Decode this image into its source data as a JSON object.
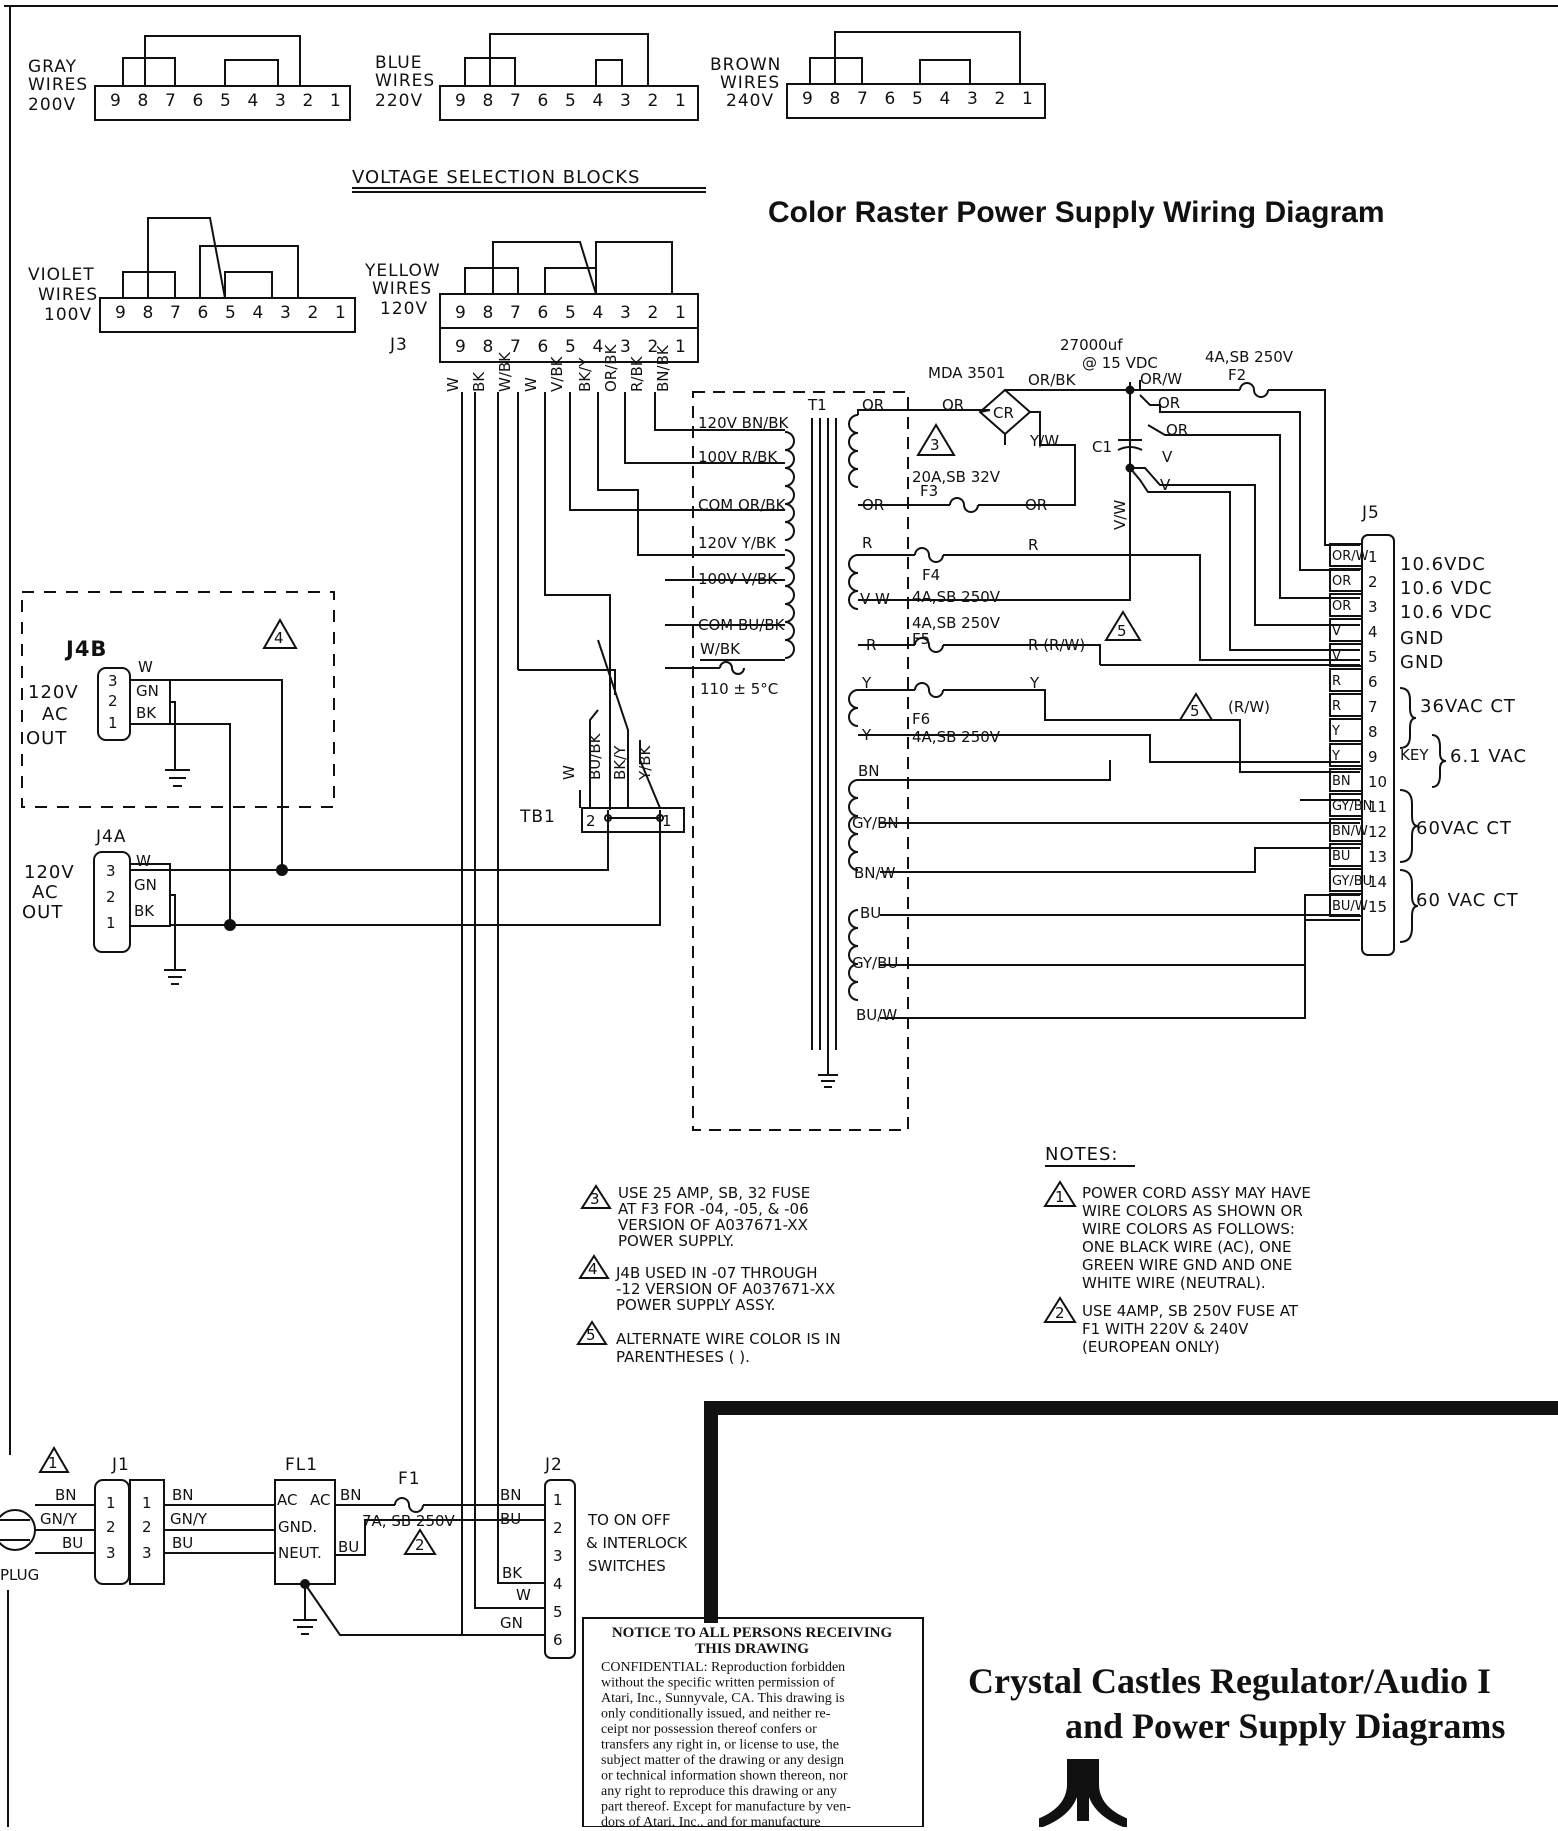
{
  "title": "Color Raster Power Supply Wiring Diagram",
  "voltage_heading": "VOLTAGE SELECTION BLOCKS",
  "pin_digits": [
    "9",
    "8",
    "7",
    "6",
    "5",
    "4",
    "3",
    "2",
    "1"
  ],
  "blocks": {
    "gray": {
      "l1": "GRAY",
      "l2": "WIRES",
      "l3": "200V"
    },
    "blue": {
      "l1": "BLUE",
      "l2": "WIRES",
      "l3": "220V"
    },
    "brown": {
      "l1": "BROWN",
      "l2": "WIRES",
      "l3": "240V"
    },
    "violet": {
      "l1": "VIOLET",
      "l2": "WIRES",
      "l3": "100V"
    },
    "yellow": {
      "l1": "YELLOW",
      "l2": "WIRES",
      "l3": "120V"
    }
  },
  "j3": {
    "name": "J3",
    "wires": [
      "W",
      "BK",
      "W/BK",
      "W",
      "V/BK",
      "BK/Y",
      "OR/BK",
      "R/BK",
      "BN/BK"
    ]
  },
  "transformer": {
    "name": "T1",
    "primary": [
      "120V BN/BK",
      "100V R/BK",
      "COM OR/BK",
      "120V Y/BK",
      "100V V/BK",
      "COM BU/BK",
      "W/BK"
    ],
    "thermal": "110 ± 5°C",
    "secondary": [
      "OR",
      "OR",
      "R",
      "V W",
      "R",
      "Y",
      "Y",
      "BN",
      "GY/BN",
      "BN/W",
      "BU",
      "GY/BU",
      "BU/W"
    ]
  },
  "components": {
    "mda": "MDA 3501",
    "cr": "CR",
    "orbk": "OR/BK",
    "cap_top": "27000uf",
    "cap_bot": "@ 15 VDC",
    "c1": "C1",
    "f2": "4A,SB 250V",
    "f2n": "F2",
    "f3": "20A,SB 32V",
    "f3n": "F3",
    "f4n": "F4",
    "f4": "4A,SB 250V",
    "f5": "4A,SB 250V",
    "f5n": "F5",
    "f6n": "F6",
    "f6": "4A,SB 250V",
    "rrw": "R (R/W)",
    "rw2": "(R/W)",
    "yw": "Y/W",
    "vw": "V/W"
  },
  "secondary_labels": {
    "or1": "OR",
    "or2": "OR",
    "orw": "OR/W",
    "or3": "OR",
    "or4": "OR",
    "v1": "V",
    "v2": "V",
    "r1": "R",
    "y1": "Y"
  },
  "j5": {
    "name": "J5",
    "pins": [
      "1",
      "2",
      "3",
      "4",
      "5",
      "6",
      "7",
      "8",
      "9",
      "10",
      "11",
      "12",
      "13",
      "14",
      "15"
    ],
    "wires": [
      "OR/W",
      "OR",
      "OR",
      "V",
      "V",
      "R",
      "R",
      "Y",
      "Y",
      "BN",
      "GY/BN",
      "BN/W",
      "BU",
      "GY/BU",
      "BU/W"
    ],
    "outputs": [
      "10.6VDC",
      "10.6 VDC",
      "10.6 VDC",
      "GND",
      "GND",
      "36VAC CT",
      "6.1 VAC",
      "60VAC CT",
      "60 VAC CT"
    ],
    "key": "KEY"
  },
  "j4b": {
    "name": "J4B",
    "l1": "120V",
    "l2": "AC",
    "l3": "OUT",
    "pins": [
      "3",
      "2",
      "1"
    ],
    "wires": [
      "W",
      "GN",
      "BK"
    ]
  },
  "j4a": {
    "name": "J4A",
    "l1": "120V",
    "l2": "AC",
    "l3": "OUT",
    "pins": [
      "3",
      "2",
      "1"
    ],
    "wires": [
      "W",
      "GN",
      "BK"
    ]
  },
  "tb1": {
    "name": "TB1",
    "p2": "2",
    "p1": "1",
    "wires": [
      "W",
      "BU/BK",
      "BK/Y",
      "Y/BK"
    ]
  },
  "mains": {
    "plug": "PLUG",
    "j1": "J1",
    "fl1": "FL1",
    "f1": "F1",
    "f1spec": "7A, SB 250V",
    "j2": "J2",
    "plug_wires": [
      "BN",
      "GN/Y",
      "BU"
    ],
    "j1_pins": [
      "1",
      "2",
      "3"
    ],
    "j1_wires": [
      "BN",
      "GN/Y",
      "BU"
    ],
    "fl1_labels": [
      "AC",
      "AC",
      "GND.",
      "NEUT."
    ],
    "fl1_out": [
      "BN",
      "BU"
    ],
    "j2_pins": [
      "1",
      "2",
      "3",
      "4",
      "5",
      "6"
    ],
    "j2_wires": [
      "BN",
      "BU",
      "BK",
      "W",
      "GN"
    ],
    "switch_text": [
      "TO ON OFF",
      "& INTERLOCK",
      "SWITCHES"
    ]
  },
  "notes_heading": "NOTES:",
  "notes": {
    "n1": [
      "POWER CORD ASSY MAY HAVE",
      "WIRE COLORS AS SHOWN OR",
      "WIRE COLORS AS FOLLOWS:",
      "ONE BLACK WIRE (AC), ONE",
      "GREEN WIRE GND AND ONE",
      "WHITE WIRE (NEUTRAL)."
    ],
    "n2": [
      "USE 4AMP, SB 250V FUSE AT",
      "F1 WITH 220V & 240V",
      "(EUROPEAN ONLY)"
    ],
    "n3": [
      "USE 25 AMP, SB, 32 FUSE",
      "AT F3 FOR -04, -05, & -06",
      "VERSION OF A037671-XX",
      "POWER SUPPLY."
    ],
    "n4": [
      "J4B USED IN -07 THROUGH",
      "-12 VERSION OF A037671-XX",
      "POWER SUPPLY ASSY."
    ],
    "n5": [
      "ALTERNATE WIRE COLOR IS IN",
      "PARENTHESES (  )."
    ]
  },
  "flags": {
    "f1": "1",
    "f2": "2",
    "f3": "3",
    "f4": "4",
    "f5": "5"
  },
  "notice": {
    "h1": "NOTICE TO ALL PERSONS RECEIVING",
    "h2": "THIS DRAWING",
    "lines": [
      "CONFIDENTIAL: Reproduction forbidden",
      "without the specific written permission of",
      "Atari, Inc., Sunnyvale, CA. This drawing is",
      "only conditionally issued, and neither re-",
      "ceipt nor possession thereof confers or",
      "transfers any right in, or license to use, the",
      "subject matter of the drawing or any design",
      "or technical information shown thereon, nor",
      "any right to reproduce this drawing or any",
      "part thereof. Except for manufacture by ven-",
      "dors of Atari, Inc., and for manufacture"
    ]
  },
  "footer_title": [
    "Crystal Castles Regulator/Audio I",
    "and Power Supply Diagrams"
  ]
}
